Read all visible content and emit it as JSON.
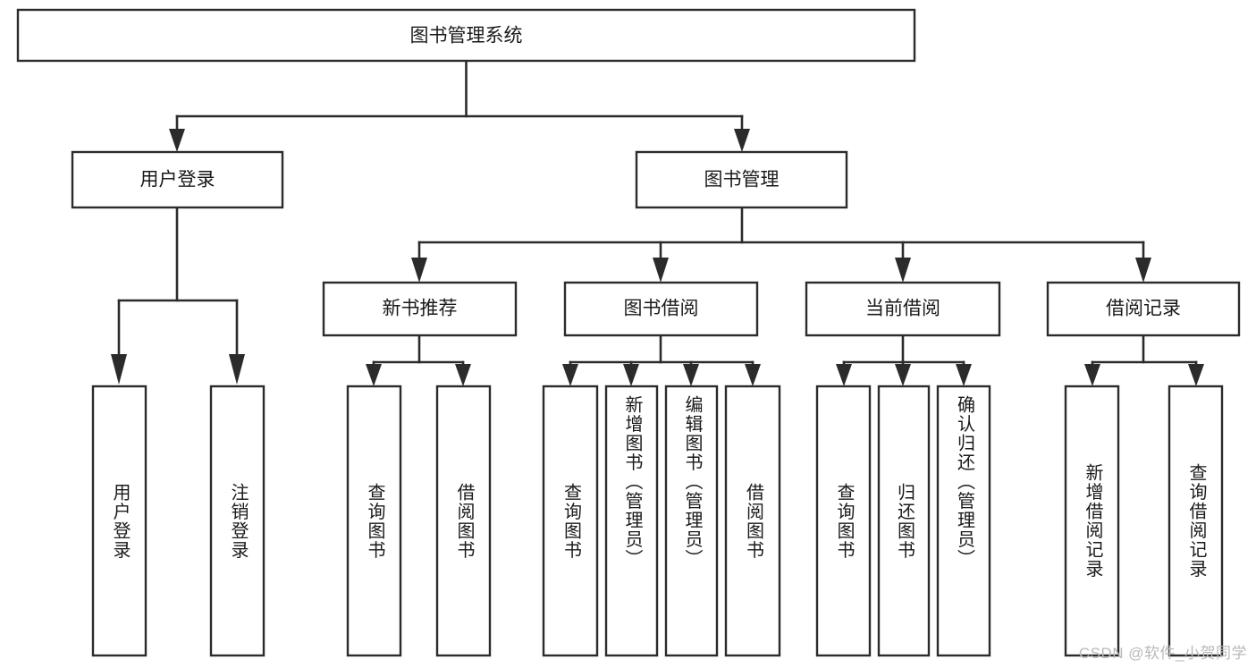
{
  "diagram": {
    "title": "图书管理系统",
    "type": "hierarchy-tree",
    "watermark": "CSDN @软件_小贺同学",
    "colors": {
      "stroke": "#2b2b2b",
      "fill": "#ffffff",
      "text": "#1a1a1a",
      "watermark": "#b9b9b9"
    },
    "levels": {
      "root": {
        "label": "图书管理系统"
      },
      "level2": [
        {
          "id": "user-login",
          "label": "用户登录"
        },
        {
          "id": "book-manage",
          "label": "图书管理"
        }
      ],
      "level3": [
        {
          "id": "new-book-rec",
          "label": "新书推荐",
          "parent": "book-manage"
        },
        {
          "id": "book-borrow",
          "label": "图书借阅",
          "parent": "book-manage"
        },
        {
          "id": "current-borrow",
          "label": "当前借阅",
          "parent": "book-manage"
        },
        {
          "id": "borrow-record",
          "label": "借阅记录",
          "parent": "book-manage"
        }
      ],
      "leaves": [
        {
          "id": "leaf-user-login",
          "label": "用户登录",
          "parent": "user-login"
        },
        {
          "id": "leaf-user-logout",
          "label": "注销登录",
          "parent": "user-login"
        },
        {
          "id": "leaf-query-book-1",
          "label": "查询图书",
          "parent": "new-book-rec"
        },
        {
          "id": "leaf-borrow-book-1",
          "label": "借阅图书",
          "parent": "new-book-rec"
        },
        {
          "id": "leaf-query-book-2",
          "label": "查询图书",
          "parent": "book-borrow"
        },
        {
          "id": "leaf-add-book",
          "label": "新增图书（管理员）",
          "parent": "book-borrow"
        },
        {
          "id": "leaf-edit-book",
          "label": "编辑图书（管理员）",
          "parent": "book-borrow"
        },
        {
          "id": "leaf-borrow-book-2",
          "label": "借阅图书",
          "parent": "book-borrow"
        },
        {
          "id": "leaf-query-book-3",
          "label": "查询图书",
          "parent": "current-borrow"
        },
        {
          "id": "leaf-return-book",
          "label": "归还图书",
          "parent": "current-borrow"
        },
        {
          "id": "leaf-confirm-return",
          "label": "确认归还（管理员）",
          "parent": "current-borrow"
        },
        {
          "id": "leaf-add-record",
          "label": "新增借阅记录",
          "parent": "borrow-record"
        },
        {
          "id": "leaf-query-record",
          "label": "查询借阅记录",
          "parent": "borrow-record"
        }
      ]
    }
  }
}
